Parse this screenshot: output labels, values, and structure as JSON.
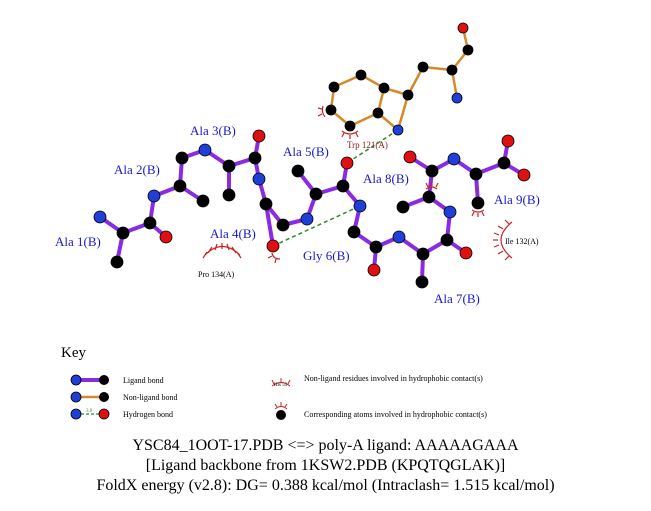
{
  "ligand_residues": [
    "Ala 1(B)",
    "Ala 2(B)",
    "Ala 3(B)",
    "Ala 4(B)",
    "Ala 5(B)",
    "Gly 6(B)",
    "Ala 7(B)",
    "Ala 8(B)",
    "Ala 9(B)"
  ],
  "hydrophobic_residues": [
    "Pro 134(A)",
    "Ile 132(A)"
  ],
  "hbond_residue": "Trp 121(A)",
  "key": {
    "title": "Key",
    "ligand_bond": "Ligand bond",
    "nonligand_bond": "Non-ligand bond",
    "hydrogen_bond": "Hydrogen bond",
    "hydrogen_bond_distance": "3.0",
    "hydrophobic_residues": "Non-ligand residues involved in hydrophobic contact(s)",
    "hydrophobic_example": "His 53",
    "hydrophobic_atoms": "Corresponding atoms involved in hydrophobic contact(s)"
  },
  "footer": {
    "line1": "YSC84_1OOT-17.PDB <=> poly-A ligand: AAAAAGAAA",
    "line2": "[Ligand backbone from 1KSW2.PDB (KPQTQGLAK)]",
    "line3": "FoldX energy (v2.8): DG= 0.388 kcal/mol (Intraclash= 1.515 kcal/mol)"
  },
  "colors": {
    "ligand_bond": "#8a2be2",
    "nonligand_bond": "#d4892a",
    "hbond": "#2e8b2e",
    "carbon": "#000000",
    "nitrogen": "#1f3fd6",
    "oxygen": "#dd1111",
    "hydrophobic": "#cc2222"
  }
}
